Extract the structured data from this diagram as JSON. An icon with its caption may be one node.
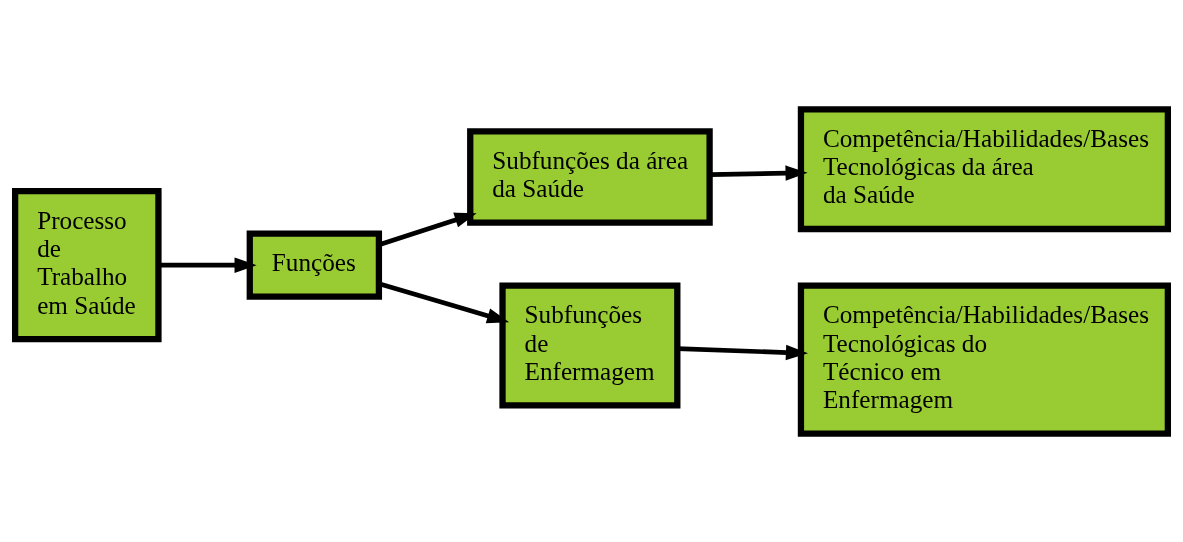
{
  "diagram": {
    "nodes": [
      {
        "text": [
          "Processo de Trabalho em Saúde"
        ]
      },
      {
        "text": [
          "Funções"
        ]
      },
      {
        "text": [
          "Subfunções da área da Saúde"
        ]
      },
      {
        "text": [
          "Subfunções de Enfermagem"
        ]
      },
      {
        "text": [
          "Competência/Habilidades/Bases Tecnológicas da área da Saúde"
        ]
      },
      {
        "text": [
          "Competência/Habilidades/Bases Tecnológicas do Técnico em Enfermagem"
        ]
      }
    ],
    "edges": [
      {
        "from": 0,
        "to": 1,
        "arrow": "to"
      },
      {
        "from": 1,
        "to": 2,
        "arrow": "to"
      },
      {
        "from": 1,
        "to": 3,
        "arrow": "to"
      },
      {
        "from": 2,
        "to": 4,
        "arrow": "to"
      },
      {
        "from": 3,
        "to": 5,
        "arrow": "to"
      }
    ]
  }
}
